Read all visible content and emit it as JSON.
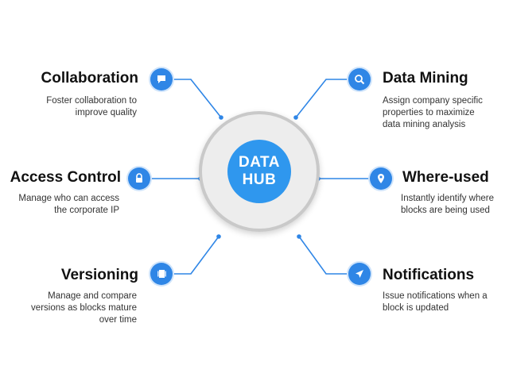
{
  "hub": {
    "line1": "DATA",
    "line2": "HUB"
  },
  "colors": {
    "accent": "#2f86e6",
    "hub_fill": "#2f97ee",
    "ring": "#c9c9c9",
    "connector": "#2f86e6"
  },
  "features": [
    {
      "id": "collaboration",
      "side": "left",
      "title": "Collaboration",
      "description": "Foster collaboration to\nimprove quality",
      "icon": "chat-icon"
    },
    {
      "id": "access-control",
      "side": "left",
      "title": "Access Control",
      "description": "Manage who can access\nthe corporate IP",
      "icon": "lock-icon"
    },
    {
      "id": "versioning",
      "side": "left",
      "title": "Versioning",
      "description": "Manage and compare\nversions as blocks mature\nover time",
      "icon": "stack-icon"
    },
    {
      "id": "data-mining",
      "side": "right",
      "title": "Data Mining",
      "description": "Assign company specific\nproperties to maximize\ndata mining analysis",
      "icon": "search-icon"
    },
    {
      "id": "where-used",
      "side": "right",
      "title": "Where-used",
      "description": "Instantly identify where\nblocks are being used",
      "icon": "location-pin-icon"
    },
    {
      "id": "notifications",
      "side": "right",
      "title": "Notifications",
      "description": "Issue notifications when a\nblock is updated",
      "icon": "send-icon"
    }
  ]
}
